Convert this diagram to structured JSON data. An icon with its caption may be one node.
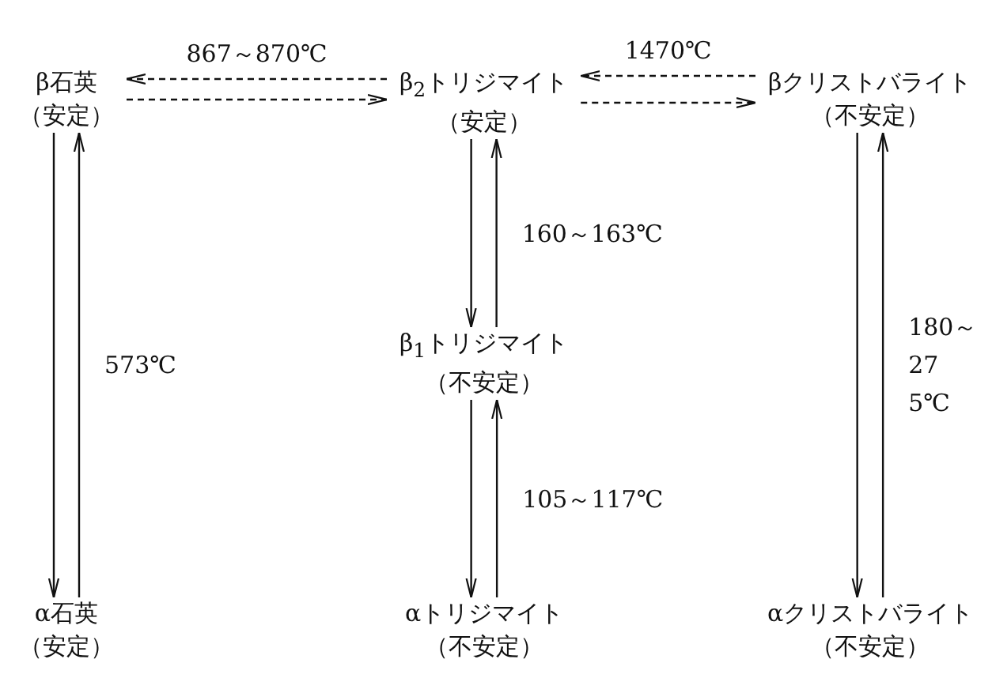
{
  "diagram": {
    "nodes": [
      {
        "text": [
          "β石英",
          "（安定）"
        ]
      },
      {
        "text": [
          "β$_{2}$トリジマイト",
          "（安定）"
        ]
      },
      {
        "text": [
          "βクリストバライト",
          "（不安定）"
        ]
      },
      {
        "text": [
          "β$_{1}$トリジマイト",
          "（不安定）"
        ]
      },
      {
        "text": [
          "α石英",
          "（安定）"
        ]
      },
      {
        "text": [
          "αトリジマイト",
          "（不安定）"
        ]
      },
      {
        "text": [
          "αクリストバライト",
          "（不安定）"
        ]
      }
    ],
    "edges": [
      {
        "from": 1,
        "to": 0,
        "arrow": "to",
        "style": "dashed",
        "label": "867～870℃"
      },
      {
        "from": 0,
        "to": 1,
        "arrow": "to",
        "style": "dashed"
      },
      {
        "from": 2,
        "to": 1,
        "arrow": "to",
        "style": "dashed",
        "label": "1470℃"
      },
      {
        "from": 1,
        "to": 2,
        "arrow": "to",
        "style": "dashed"
      },
      {
        "from": 0,
        "to": 4,
        "arrow": "to"
      },
      {
        "from": 4,
        "to": 0,
        "arrow": "to",
        "label": "573℃"
      },
      {
        "from": 1,
        "to": 3,
        "arrow": "to"
      },
      {
        "from": 3,
        "to": 1,
        "arrow": "to",
        "label": "160～163℃"
      },
      {
        "from": 3,
        "to": 5,
        "arrow": "to"
      },
      {
        "from": 5,
        "to": 3,
        "arrow": "to",
        "label": "105～117℃"
      },
      {
        "from": 2,
        "to": 6,
        "arrow": "to"
      },
      {
        "from": 6,
        "to": 2,
        "arrow": "to",
        "label": "180～275℃"
      }
    ]
  }
}
